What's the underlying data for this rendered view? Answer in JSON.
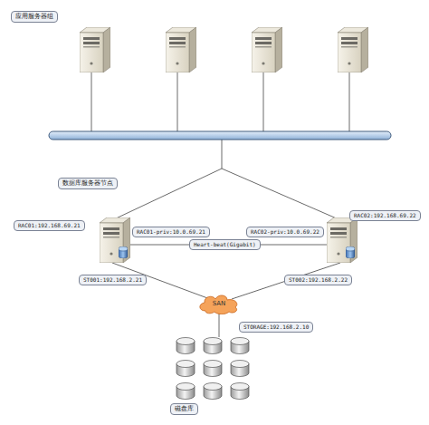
{
  "diagram": {
    "nodes": [
      {
        "text": [
          "应用服务器组"
        ]
      },
      {
        "text": [
          "数据库服务器节点"
        ]
      },
      {
        "text": [
          "RAC01:192.168.69.21"
        ]
      },
      {
        "text": [
          "RAC01-priv:10.0.69.21"
        ]
      },
      {
        "text": [
          "RAC02-priv:10.0.69.22"
        ]
      },
      {
        "text": [
          "RAC02:192.168.69.22"
        ]
      },
      {
        "text": [
          "Heart-beat(Gigabit)"
        ]
      },
      {
        "text": [
          "ST001:192.168.2.21"
        ]
      },
      {
        "text": [
          "ST002:192.168.2.22"
        ]
      },
      {
        "text": [
          "SAN"
        ]
      },
      {
        "text": [
          "STORAGE:192.168.2.10"
        ]
      },
      {
        "text": [
          "磁盘库"
        ]
      }
    ]
  }
}
